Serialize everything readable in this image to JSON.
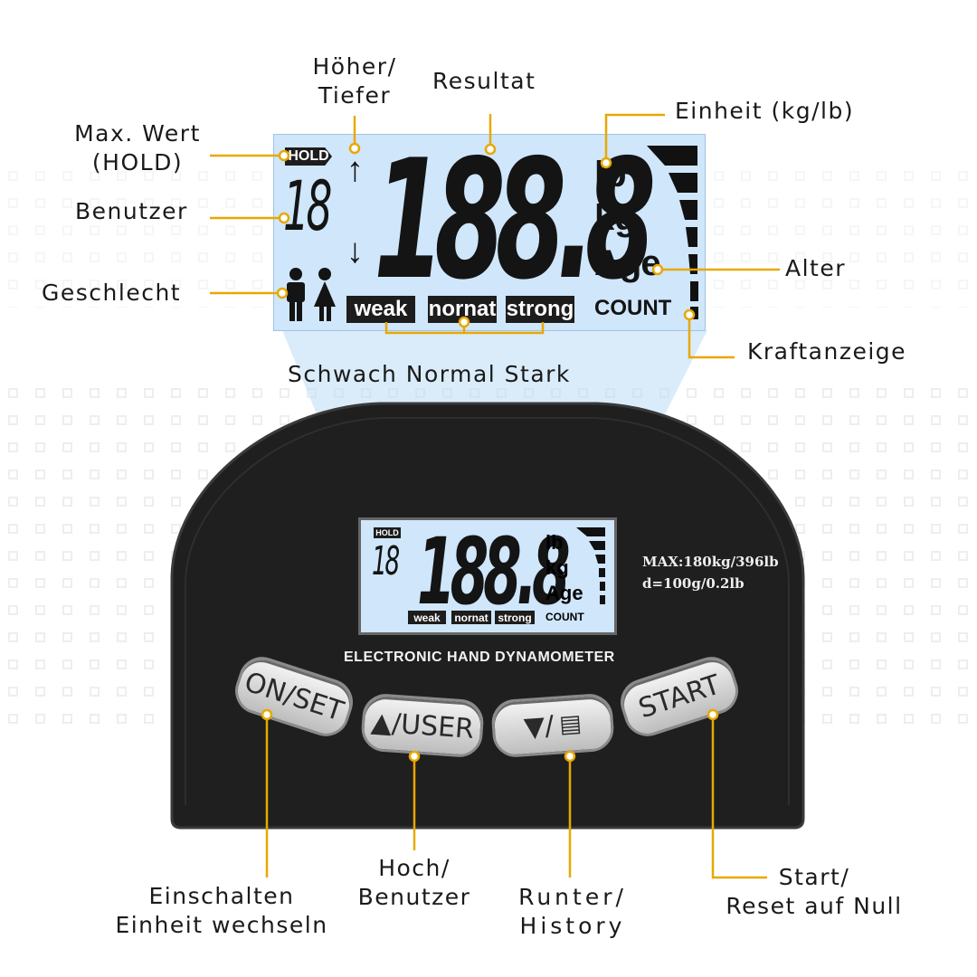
{
  "colors": {
    "accent": "#e8a800",
    "lcd_bg": "#cfe6fb",
    "device": "#1e1e1e"
  },
  "lcd": {
    "hold": "HOLD",
    "user_digits": "18",
    "main_digits": "188.8",
    "unit_lb": "lb",
    "unit_kg": "kg",
    "age": "Age",
    "count": "COUNT",
    "weak": "weak",
    "normal": "nornat",
    "strong": "strong"
  },
  "device": {
    "max": "MAX:180kg/396lb",
    "d": "d=100g/0.2lb",
    "title": "ELECTRONIC HAND DYNAMOMETER",
    "btn_onset": "ON/SET",
    "btn_user": "▲/USER",
    "btn_down": "▼/",
    "btn_start": "START"
  },
  "labels": {
    "max_wert_1": "Max. Wert",
    "max_wert_2": "(HOLD)",
    "hoeher_1": "Höher/",
    "hoeher_2": "Tiefer",
    "resultat": "Resultat",
    "einheit": "Einheit (kg/lb)",
    "benutzer": "Benutzer",
    "alter": "Alter",
    "geschlecht": "Geschlecht",
    "kraftanzeige": "Kraftanzeige",
    "schwach": "Schwach Normal Stark",
    "einschalten_1": "Einschalten",
    "einschalten_2": "Einheit wechseln",
    "hoch_1": "Hoch/",
    "hoch_2": "Benutzer",
    "runter_1": "Runter/",
    "runter_2": "History",
    "start_1": "Start/",
    "start_2": "Reset auf Null"
  }
}
